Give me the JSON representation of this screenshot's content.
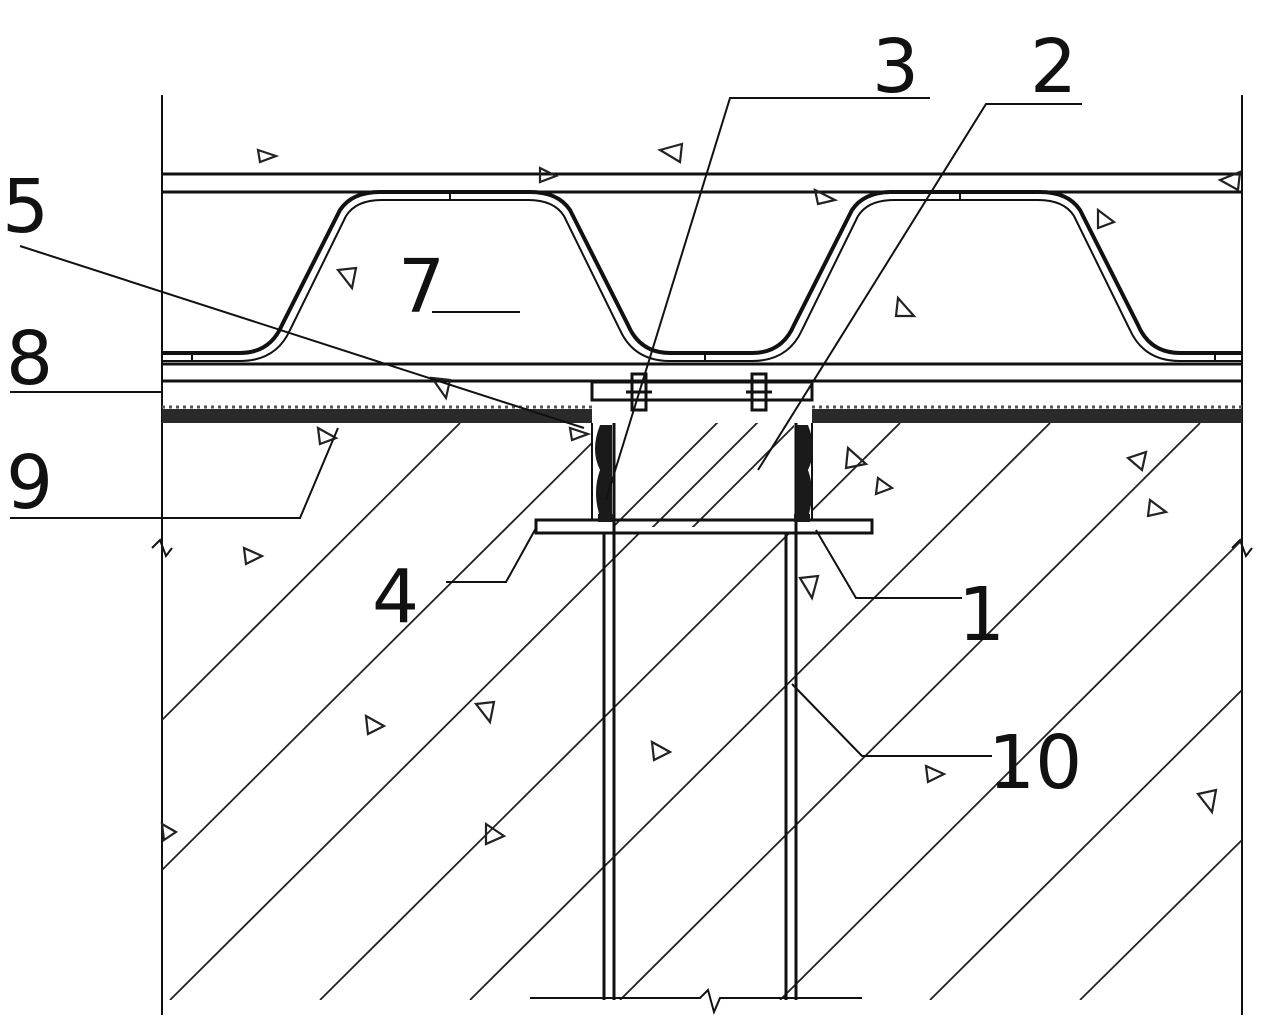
{
  "colors": {
    "line": "#111111",
    "background": "#ffffff"
  },
  "callouts": [
    {
      "id": "1",
      "text": "1"
    },
    {
      "id": "2",
      "text": "2"
    },
    {
      "id": "3",
      "text": "3"
    },
    {
      "id": "4",
      "text": "4"
    },
    {
      "id": "5",
      "text": "5"
    },
    {
      "id": "7",
      "text": "7"
    },
    {
      "id": "8",
      "text": "8"
    },
    {
      "id": "9",
      "text": "9"
    },
    {
      "id": "10",
      "text": "10"
    }
  ]
}
